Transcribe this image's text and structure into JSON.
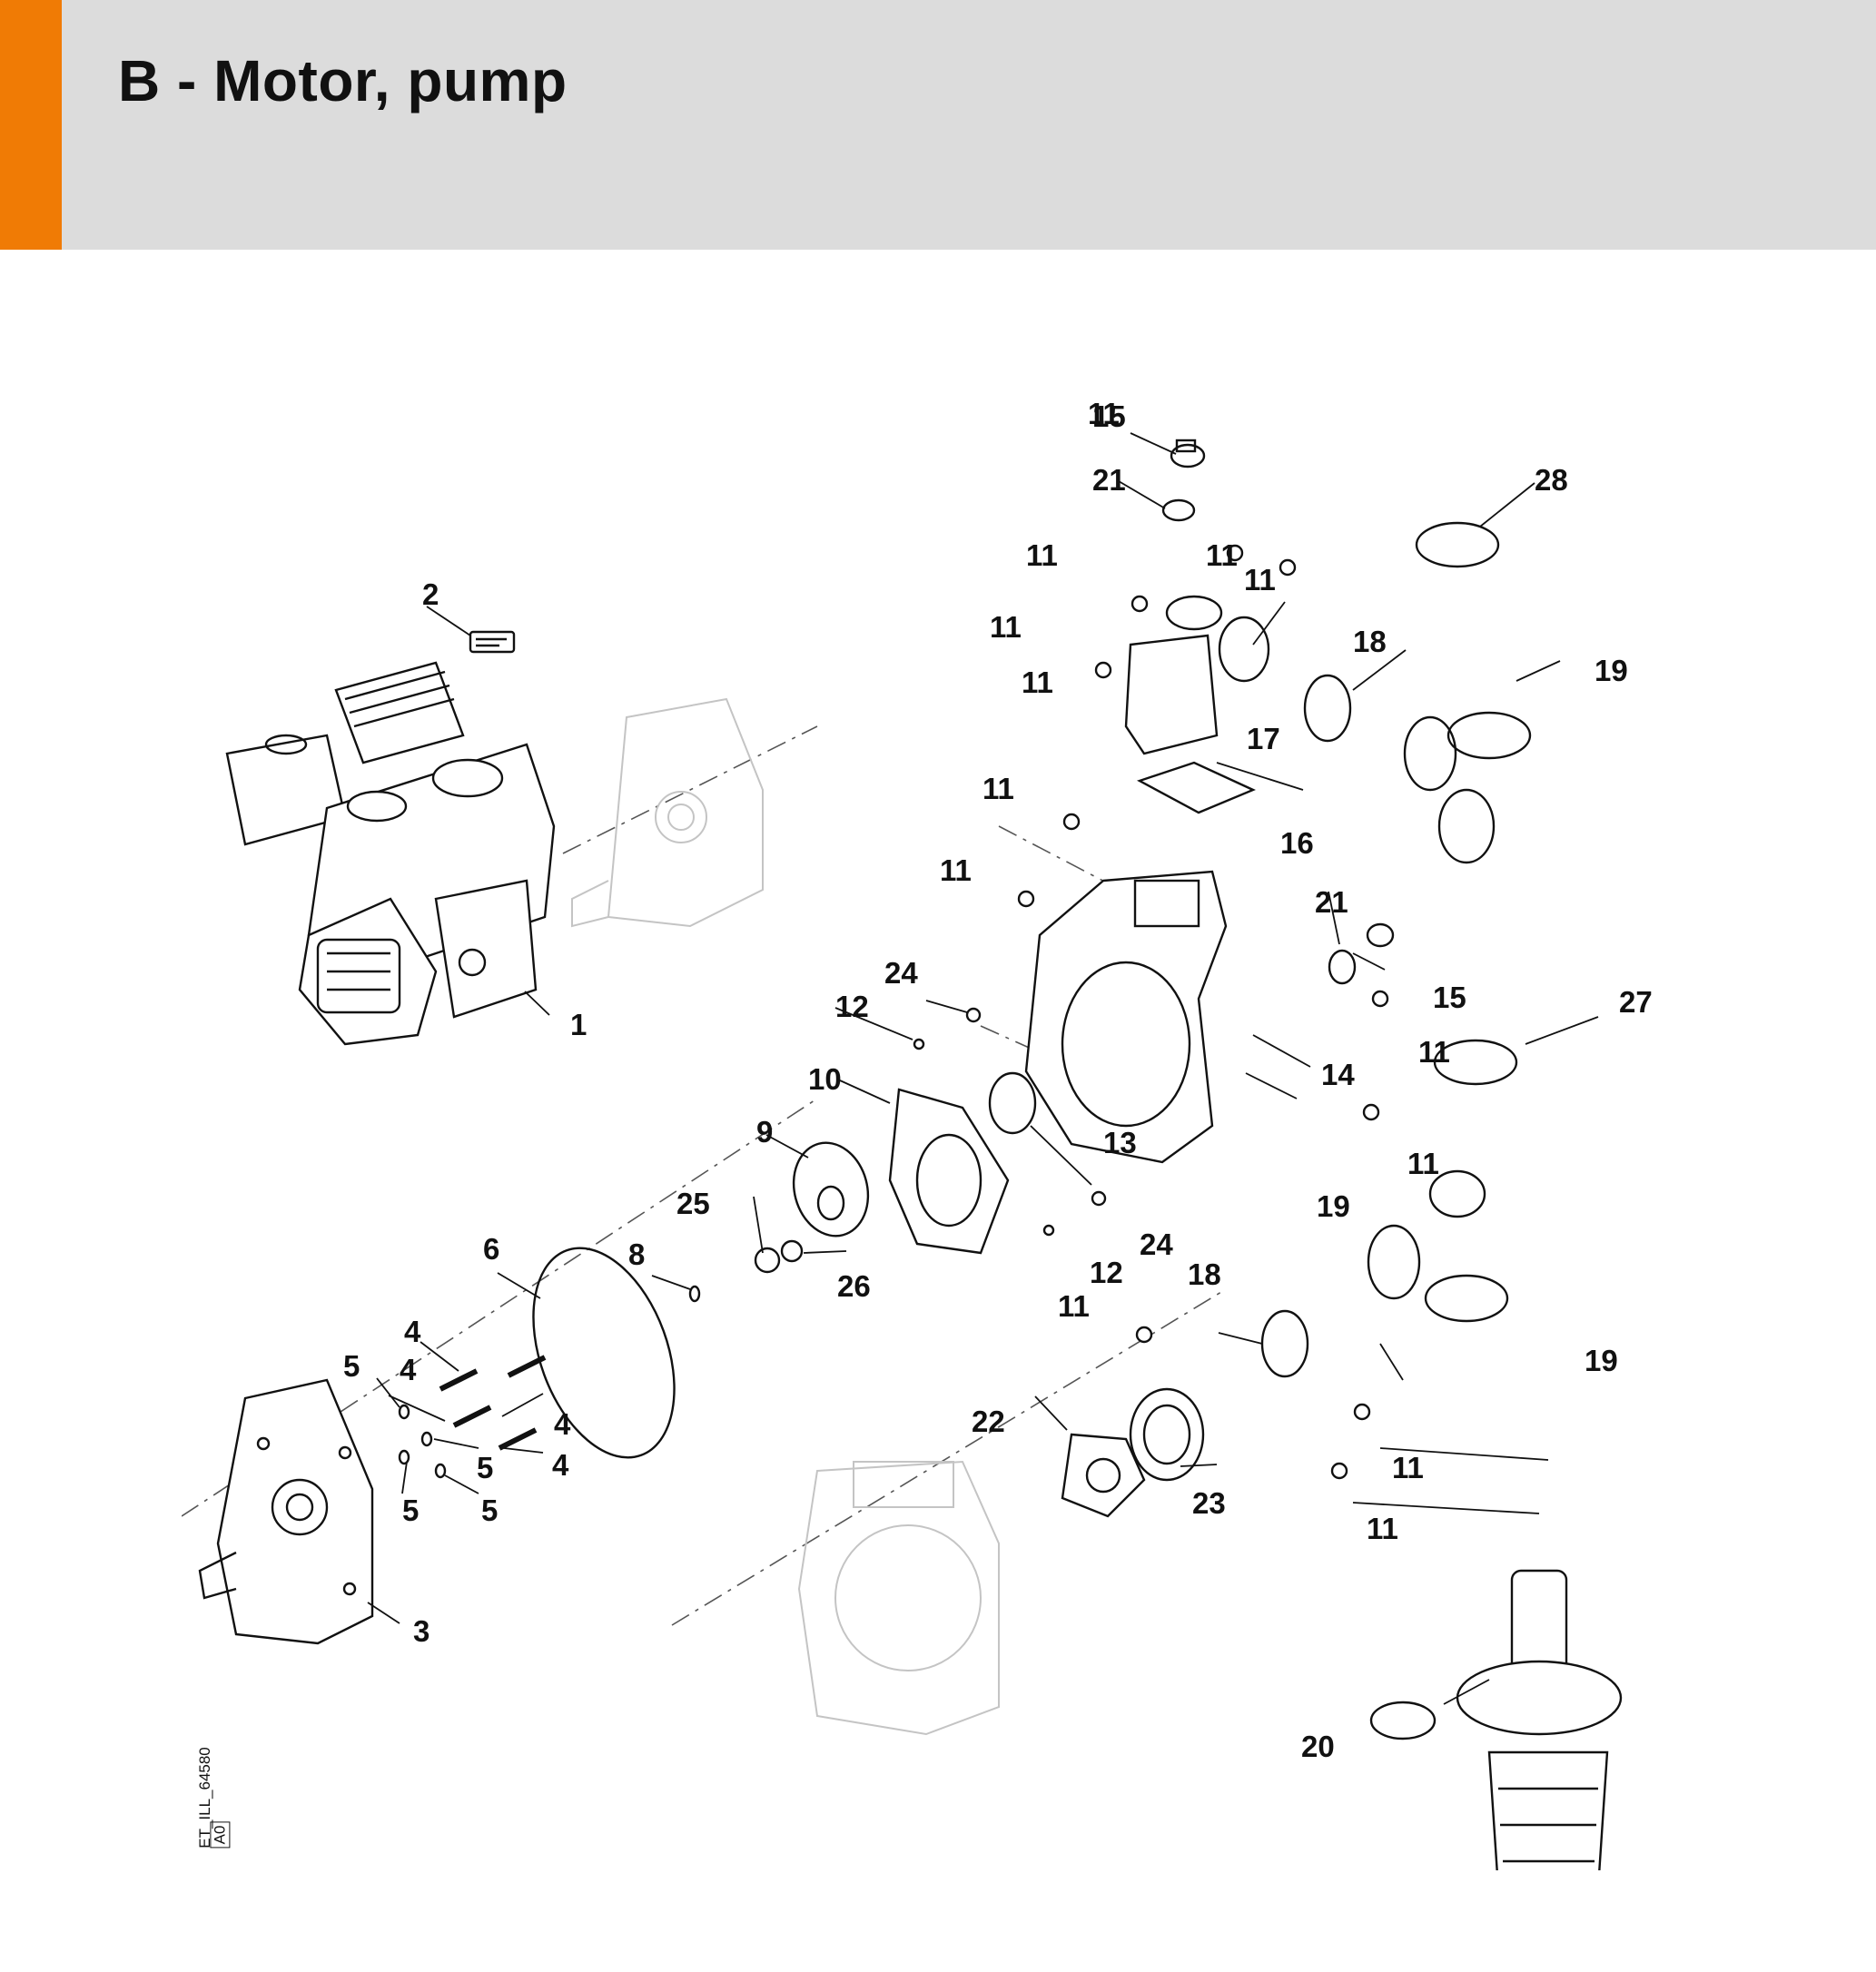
{
  "header": {
    "title": "B - Motor, pump",
    "accent_color": "#f07b05",
    "background_color": "#dcdcdc"
  },
  "diagram": {
    "illustration_code": "ET_ILL_64580",
    "revision": "A0",
    "callouts": [
      "1",
      "2",
      "3",
      "4",
      "4",
      "4",
      "4",
      "5",
      "5",
      "5",
      "5",
      "6",
      "8",
      "9",
      "10",
      "11",
      "11",
      "11",
      "11",
      "11",
      "11",
      "11",
      "11",
      "11",
      "11",
      "11",
      "11",
      "12",
      "12",
      "13",
      "14",
      "15",
      "15",
      "16",
      "17",
      "18",
      "18",
      "19",
      "19",
      "19",
      "20",
      "21",
      "21",
      "22",
      "23",
      "24",
      "24",
      "25",
      "26",
      "27",
      "28"
    ]
  }
}
